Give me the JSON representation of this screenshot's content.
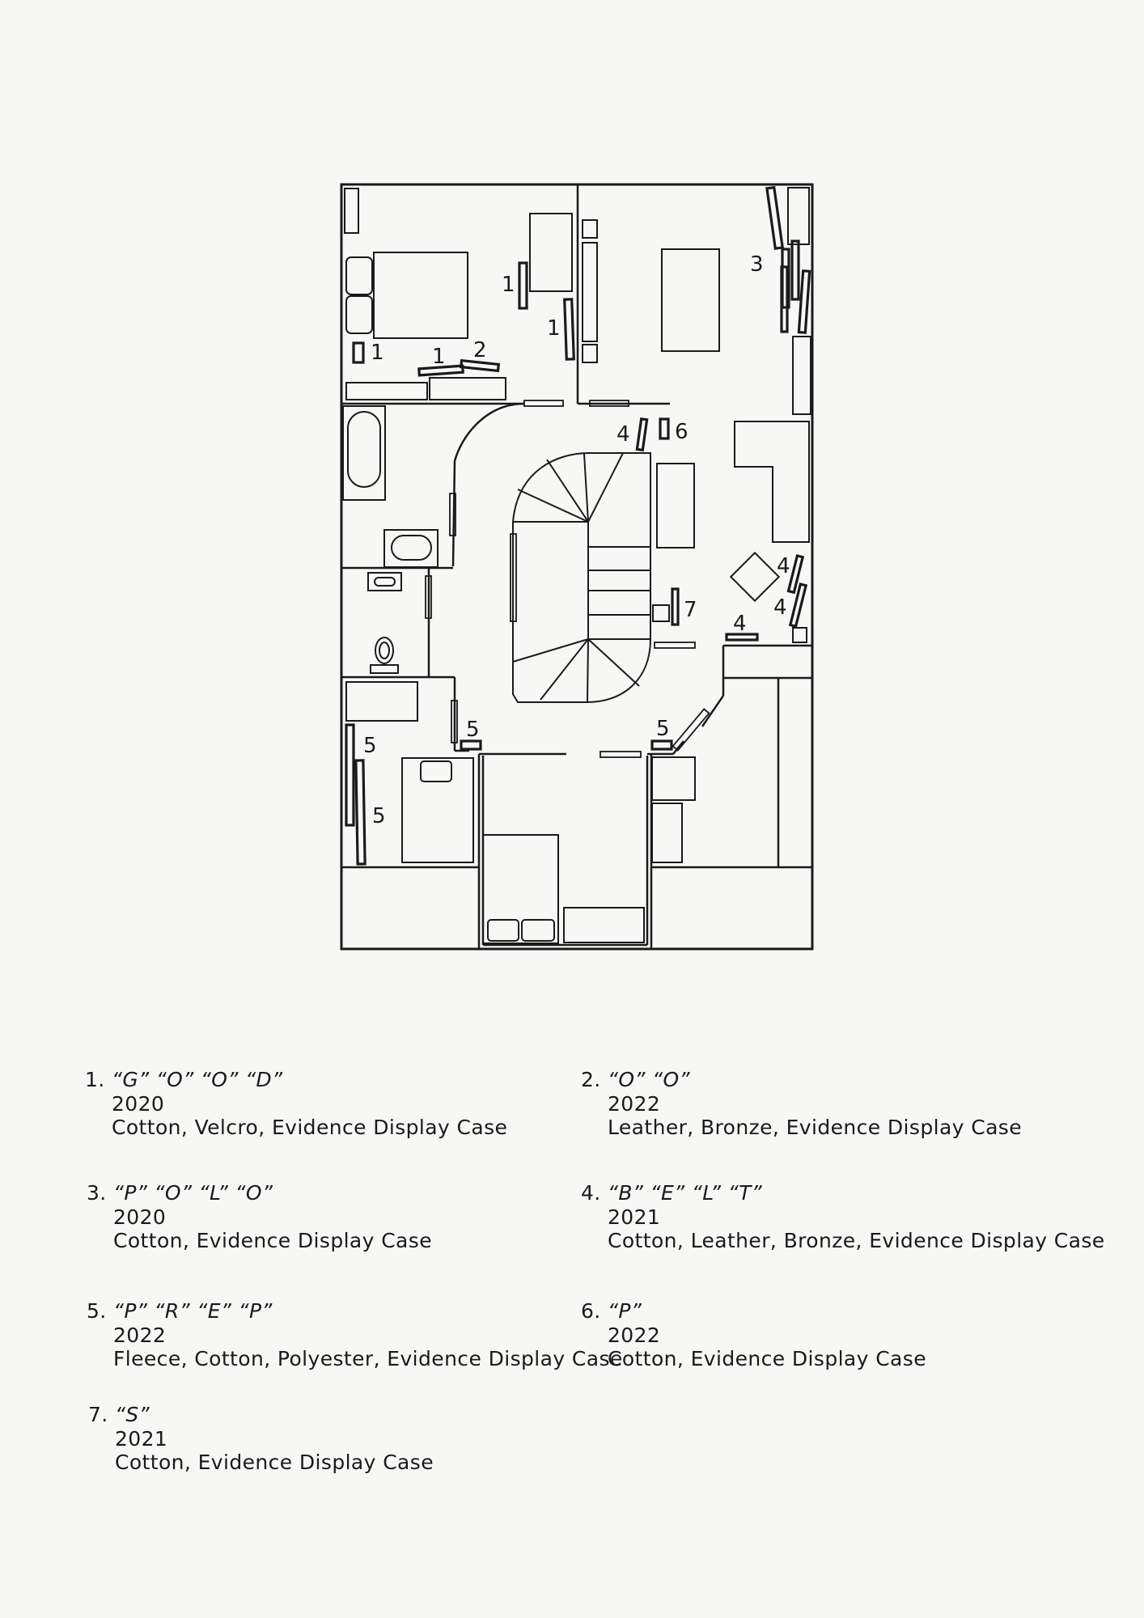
{
  "plan": {
    "markers": [
      {
        "label": "1"
      },
      {
        "label": "1"
      },
      {
        "label": "1"
      },
      {
        "label": "1"
      },
      {
        "label": "2"
      },
      {
        "label": "3"
      },
      {
        "label": "4"
      },
      {
        "label": "4"
      },
      {
        "label": "4"
      },
      {
        "label": "4"
      },
      {
        "label": "5"
      },
      {
        "label": "5"
      },
      {
        "label": "5"
      },
      {
        "label": "5"
      },
      {
        "label": "6"
      },
      {
        "label": "7"
      }
    ]
  },
  "legend": {
    "items": [
      {
        "num": "1.",
        "title": "“G” “O” “O” “D”",
        "year": "2020",
        "materials": "Cotton, Velcro, Evidence Display Case"
      },
      {
        "num": "2.",
        "title": "“O” “O”",
        "year": "2022",
        "materials": "Leather, Bronze, Evidence Display Case"
      },
      {
        "num": "3.",
        "title": "“P” “O” “L” “O”",
        "year": "2020",
        "materials": "Cotton, Evidence Display Case"
      },
      {
        "num": "4.",
        "title": "“B” “E” “L” “T”",
        "year": "2021",
        "materials": "Cotton, Leather, Bronze, Evidence Display Case"
      },
      {
        "num": "5.",
        "title": "“P” “R” “E” “P”",
        "year": "2022",
        "materials": "Fleece, Cotton, Polyester,  Evidence Display Case"
      },
      {
        "num": "6.",
        "title": "“P”",
        "year": "2022",
        "materials": "Cotton, Evidence Display Case"
      },
      {
        "num": "7.",
        "title": "“S”",
        "year": "2021",
        "materials": "Cotton, Evidence Display Case"
      }
    ]
  }
}
